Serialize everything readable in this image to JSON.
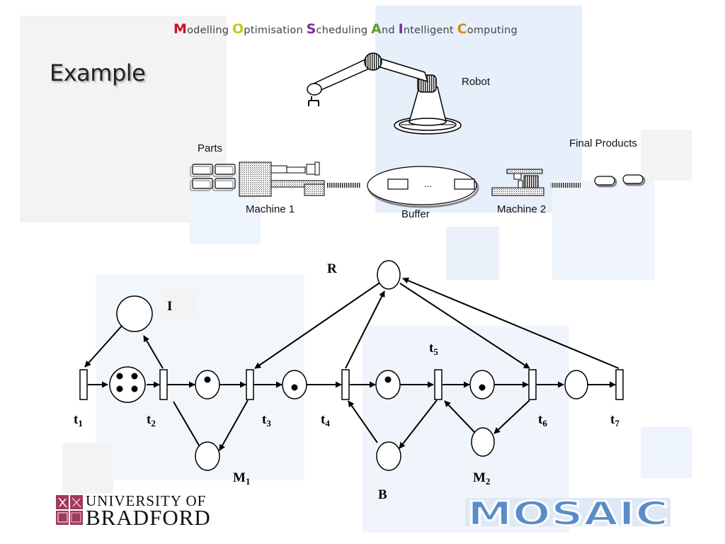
{
  "slide": {
    "title": "Example"
  },
  "tagline": [
    {
      "initial": "M",
      "rest": "odelling",
      "color": "#c8141e"
    },
    {
      "initial": "O",
      "rest": "ptimisation",
      "color": "#c8c81e"
    },
    {
      "initial": "S",
      "rest": "cheduling",
      "color": "#7a2da0"
    },
    {
      "initial": "A",
      "rest": "nd",
      "color": "#5aa02d"
    },
    {
      "initial": "I",
      "rest": "ntelligent",
      "color": "#7a2da0"
    },
    {
      "initial": "C",
      "rest": "omputing",
      "color": "#d28c14"
    }
  ],
  "system": {
    "robot": "Robot",
    "parts": "Parts",
    "machine1": "Machine 1",
    "buffer": "Buffer",
    "buffer_dots": "...",
    "machine2": "Machine 2",
    "final_products": "Final Products"
  },
  "petri": {
    "places": {
      "R": "R",
      "I": "I",
      "M1": "M",
      "M1_sub": "1",
      "B": "B",
      "M2": "M",
      "M2_sub": "2"
    },
    "transitions": [
      {
        "main": "t",
        "sub": "1"
      },
      {
        "main": "t",
        "sub": "2"
      },
      {
        "main": "t",
        "sub": "3"
      },
      {
        "main": "t",
        "sub": "4"
      },
      {
        "main": "t",
        "sub": "5"
      },
      {
        "main": "t",
        "sub": "6"
      },
      {
        "main": "t",
        "sub": "7"
      }
    ]
  },
  "logos": {
    "university_line1": "UNIVERSITY OF",
    "university_line2": "BRADFORD",
    "mosaic": "MOSAIC"
  },
  "colors": {
    "background_blocks": "#eef4fb",
    "gray_block": "#f2f2f2",
    "mosaic_fill": "#5a8cc8"
  }
}
